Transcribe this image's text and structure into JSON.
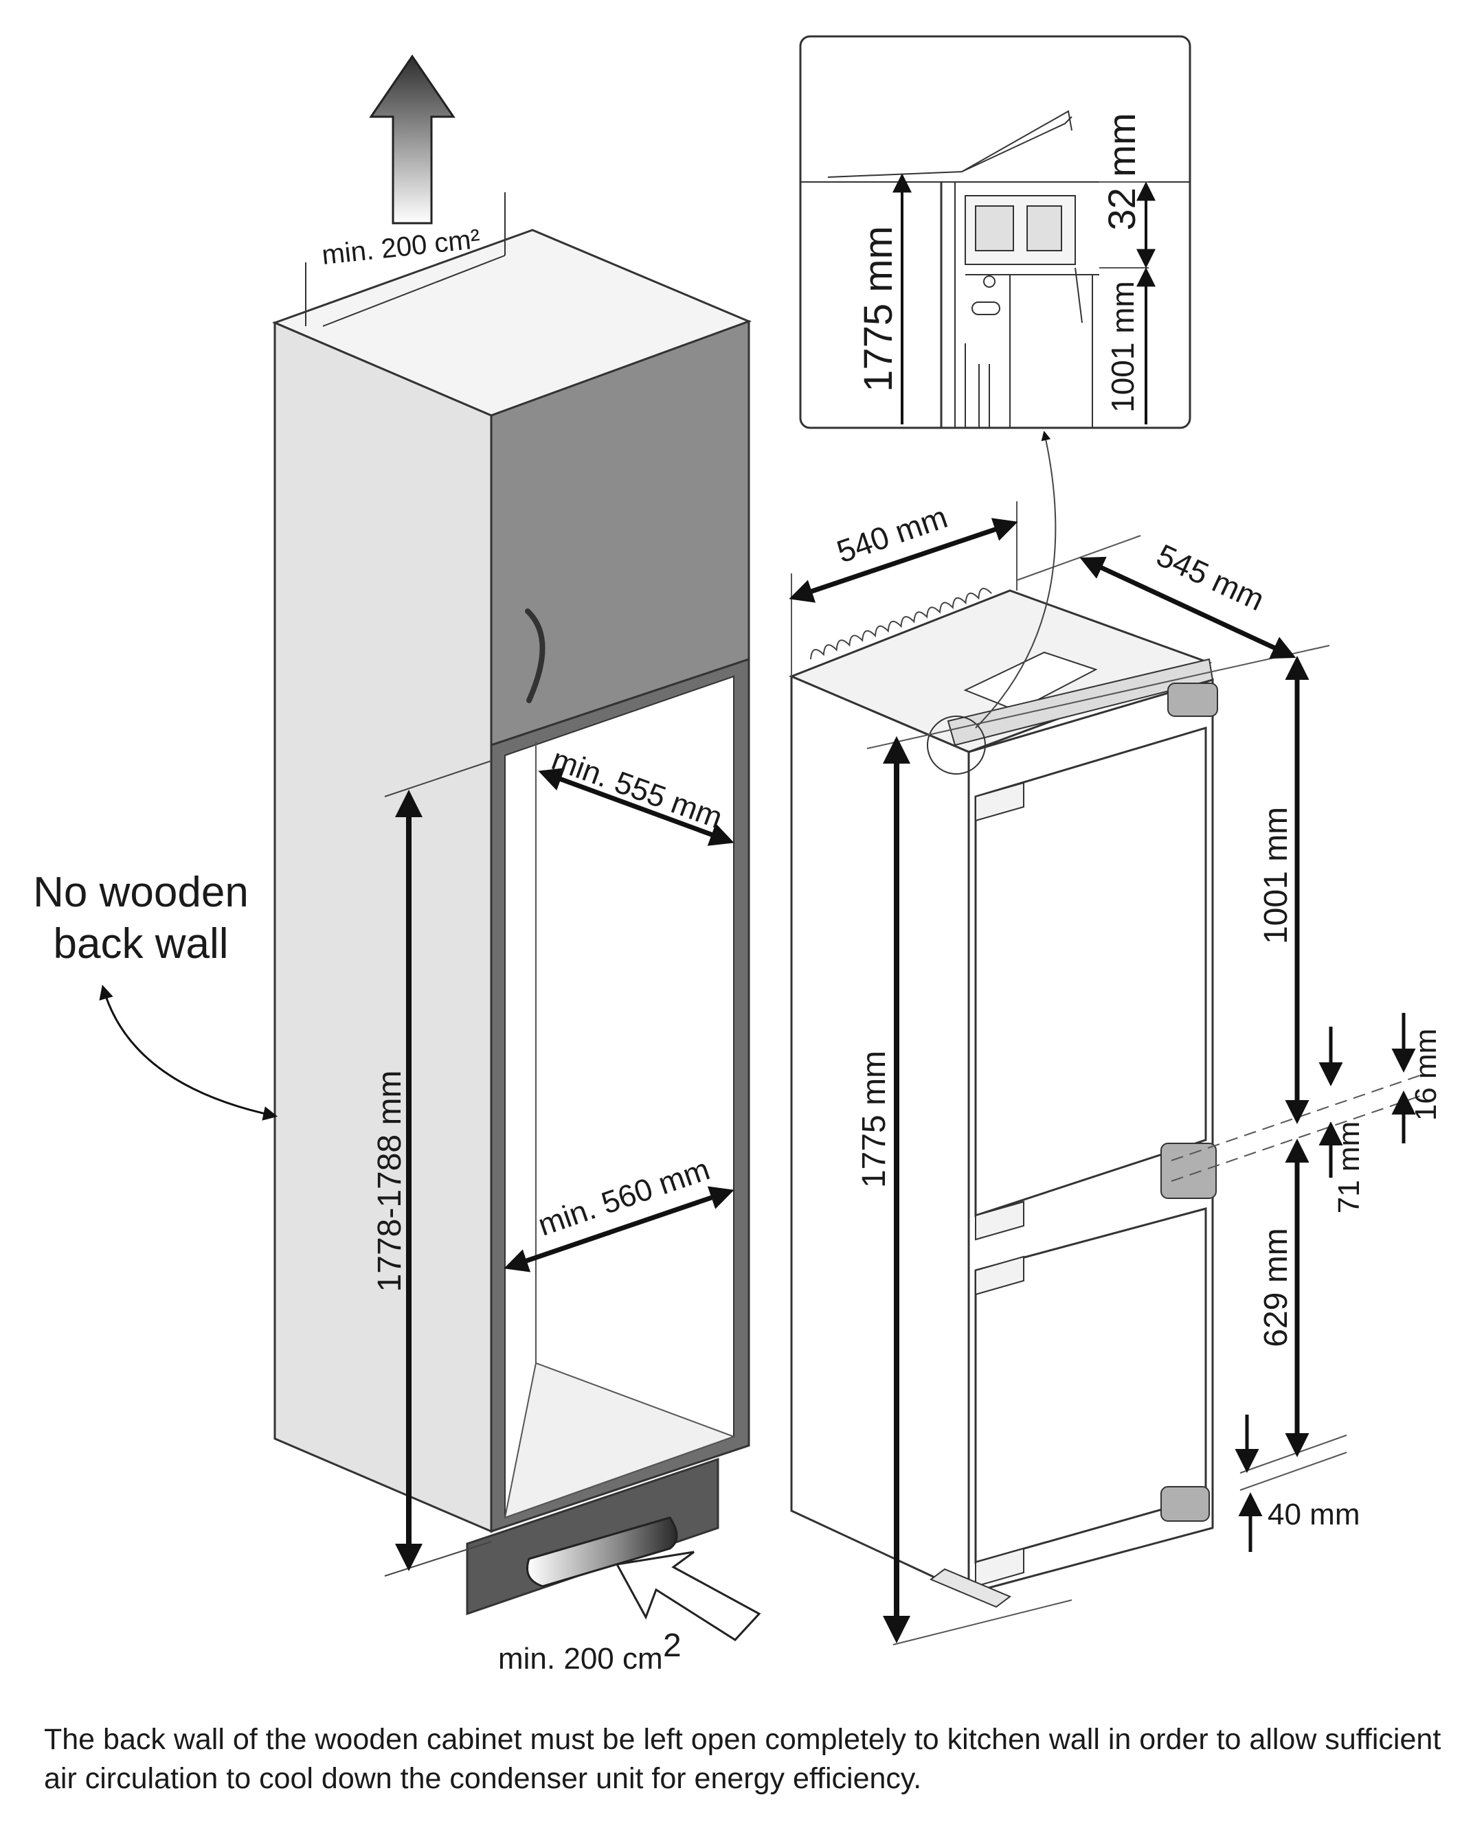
{
  "labels": {
    "vent_top": "min. 200 cm²",
    "vent_bottom": "min. 200 cm",
    "vent_bottom_sup": "2",
    "no_wooden_line1": "No wooden",
    "no_wooden_line2": "back wall",
    "cabinet_depth": "min. 555 mm",
    "cabinet_width": "min. 560 mm",
    "cabinet_height": "1778-1788 mm",
    "fridge_width": "540 mm",
    "fridge_depth": "545 mm",
    "fridge_height": "1775 mm",
    "upper_door": "1001 mm",
    "gap_16": "16 mm",
    "gap_71": "71 mm",
    "lower_door": "629 mm",
    "bottom_40": "40 mm",
    "detail_height": "1775 mm",
    "detail_32": "32 mm",
    "detail_1001": "1001 mm"
  },
  "note": {
    "line1": "The back wall of the wooden cabinet must be left open completely to kitchen wall in order to allow sufficient",
    "line2": "air circulation to cool down the condenser unit for energy efficiency."
  },
  "colors": {
    "cabinet_side": "#e3e3e3",
    "cabinet_door": "#8c8c8c",
    "frame": "#6e6e6e",
    "plinth": "#595959",
    "outline": "#333333"
  }
}
